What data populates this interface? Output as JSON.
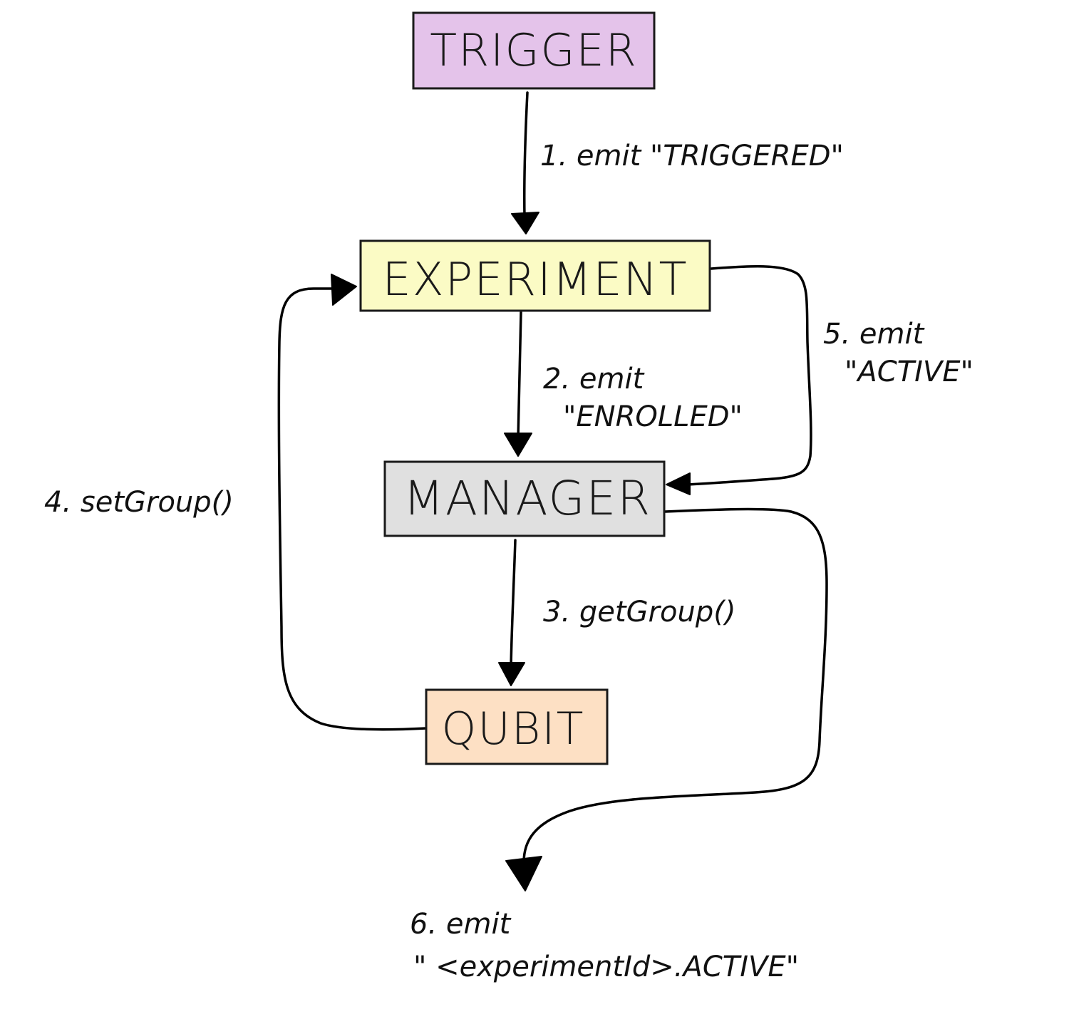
{
  "nodes": {
    "trigger": {
      "label": "TRIGGER",
      "fill": "#e4c3ea"
    },
    "experiment": {
      "label": "EXPERIMENT",
      "fill": "#fbfbc5"
    },
    "manager": {
      "label": "MANAGER",
      "fill": "#e0e0e0"
    },
    "qubit": {
      "label": "QUBIT",
      "fill": "#fde0c4"
    }
  },
  "edges": {
    "step1": {
      "line1": "1. emit \"TRIGGERED\""
    },
    "step2": {
      "line1": "2. emit",
      "line2": "\"ENROLLED\""
    },
    "step3": {
      "line1": "3. getGroup()"
    },
    "step4": {
      "line1": "4. setGroup()"
    },
    "step5": {
      "line1": "5. emit",
      "line2": "\"ACTIVE\""
    },
    "step6": {
      "line1": "6. emit",
      "line2": "\" <experimentId>.ACTIVE\""
    }
  }
}
